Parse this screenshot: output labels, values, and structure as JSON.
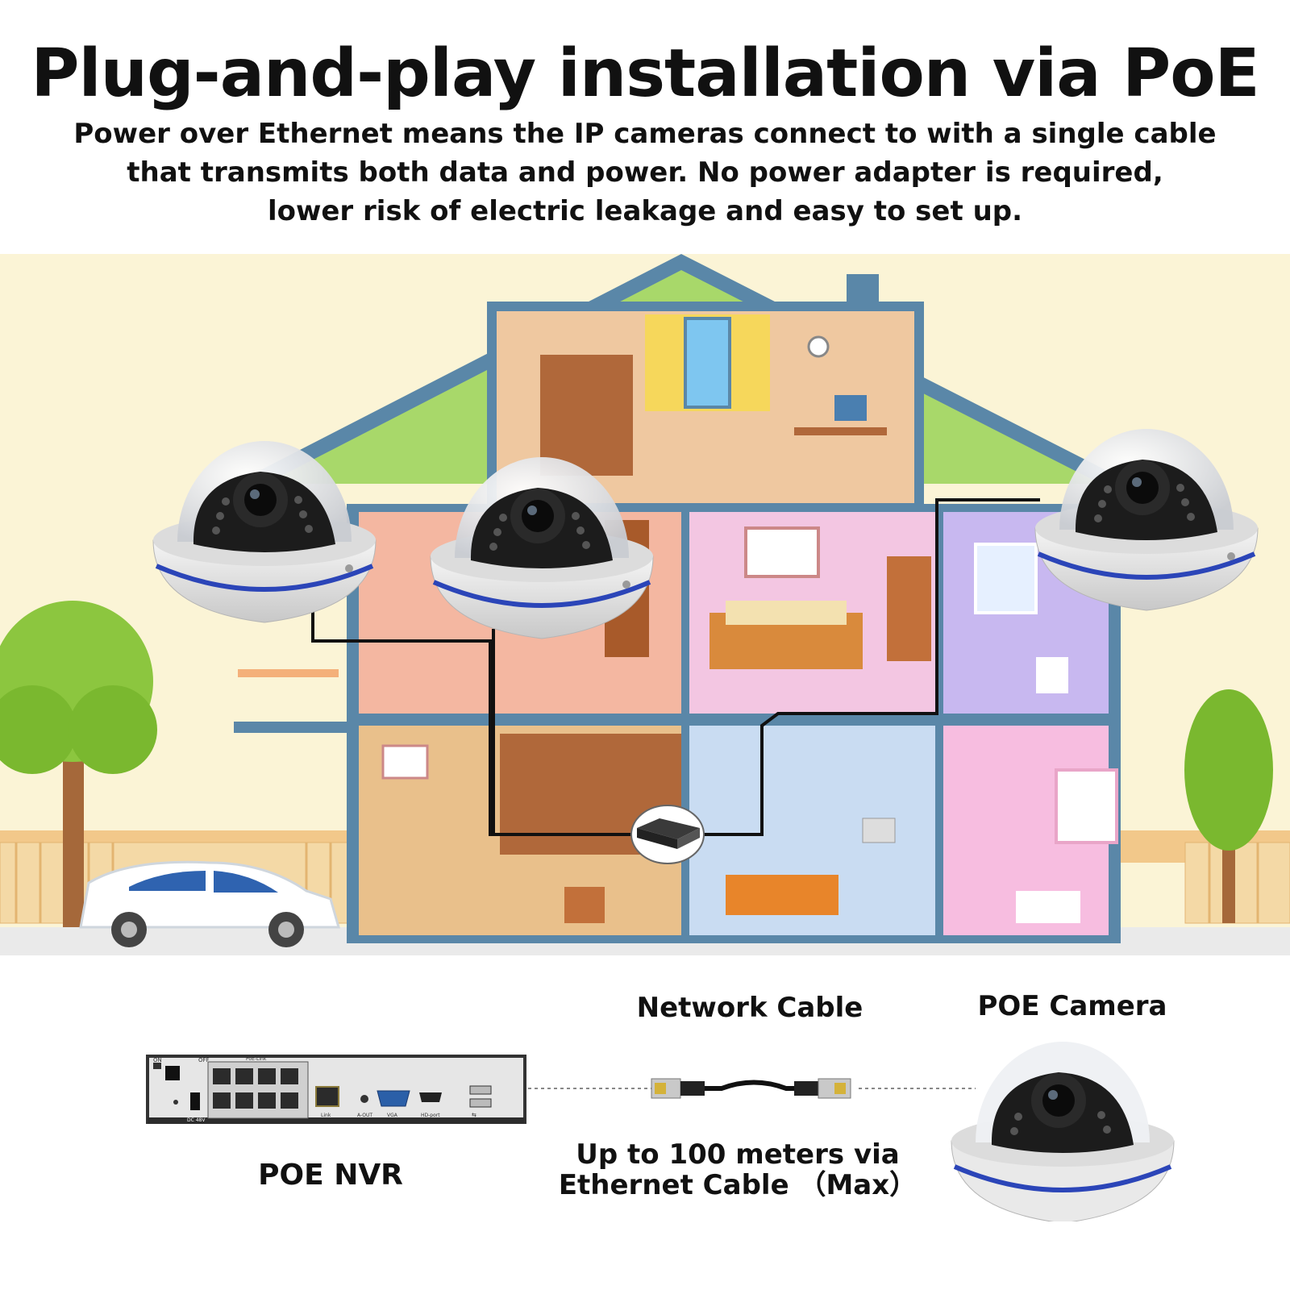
{
  "header": {
    "title": "Plug-and-play installation via PoE",
    "line1": "Power over Ethernet means the IP cameras connect to with a single cable",
    "line2": "that transmits both data and power. No power adapter is required,",
    "line3": "lower risk of electric leakage and easy to set up."
  },
  "diagram": {
    "network_cable": "Network Cable",
    "poe_camera": "POE Camera",
    "poe_nvr": "POE NVR",
    "distance_line1": "Up to 100 meters via",
    "distance_line2": "Ethernet Cable （Max）"
  },
  "nvr_panel": {
    "on": "ON",
    "off": "OFF",
    "dc": "DC 48V",
    "poe_link": "PoE-Link",
    "link": "Link",
    "aout": "A-OUT",
    "vga": "VGA",
    "hdport": "HD-port"
  },
  "colors": {
    "sky": "#fbf4d6",
    "house_blue": "#5a87a8",
    "roof_green": "#a8d86a",
    "camera_band": "#2b45b8",
    "cable": "#111111"
  }
}
